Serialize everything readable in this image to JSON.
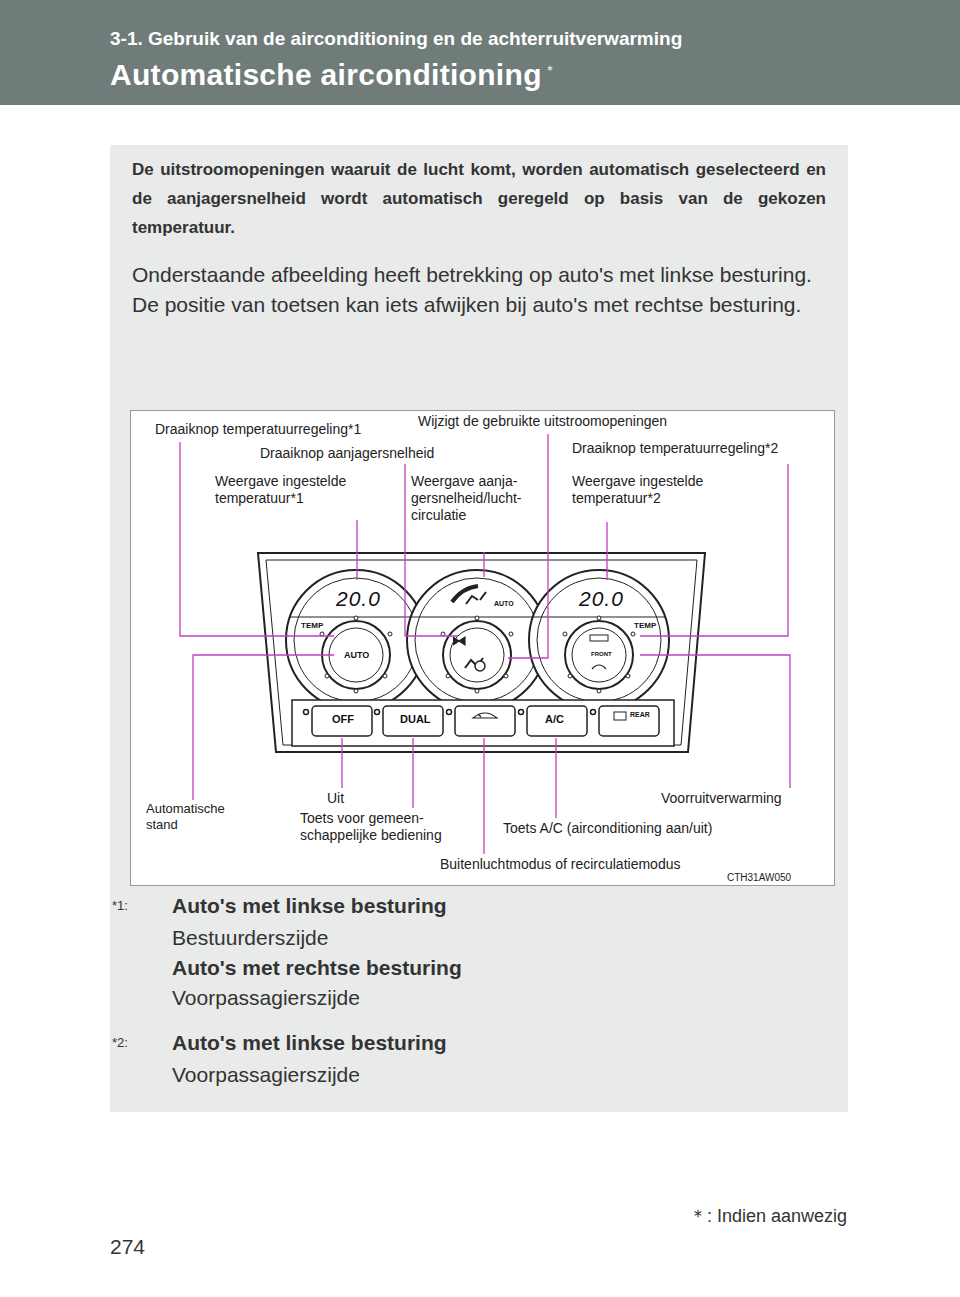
{
  "diagram": {
    "nodes": [
      {
        "text": [
          "3-1. Gebruik van de airconditioning en de achterruitverwarming",
          "Automatische airconditioning",
          "＊"
        ]
      },
      {
        "text": [
          "De uitstroomopeningen waaruit de lucht komt, worden automatisch geselecteerd en de aanjagersnelheid wordt automatisch geregeld op basis van de gekozen temperatuur.",
          "Onderstaande afbeelding heeft betrekking op auto's met linkse besturing.",
          "De positie van toetsen kan iets afwijken bij auto's met rechtse besturing."
        ]
      }
    ],
    "labels": [
      "Draaiknop temperatuurregeling*1",
      "Wijzigt de gebruikte uitstroomopeningen",
      "Draaiknop aanjagersnelheid",
      "Draaiknop temperatuurregeling*2",
      "Weergave ingestelde temperatuur*1",
      "Weergave aanja- gersnelheid/lucht- circulatie",
      "Weergave ingestelde temperatuur*2",
      "20.0",
      "AUTO",
      "20.0",
      "TEMP",
      "AUTO",
      "FRONT",
      "TEMP",
      "OFF",
      "DUAL",
      "A/C",
      "REAR",
      "Automatische stand",
      "Uit",
      "Voorruitverwarming",
      "Toets voor gemeen- schappelijke bediening",
      "Toets A/C (airconditioning aan/uit)",
      "Buitenluchtmodus of recirculatiemodus",
      "CTH31AW050",
      "*1:",
      "Auto's met linkse besturing",
      "Bestuurderszijde",
      "Auto's met rechtse besturing",
      "Voorpassagierszijde",
      "*2:",
      "Auto's met linkse besturing",
      "Voorpassagierszijde",
      "274",
      "＊: Indien aanwezig"
    ]
  }
}
